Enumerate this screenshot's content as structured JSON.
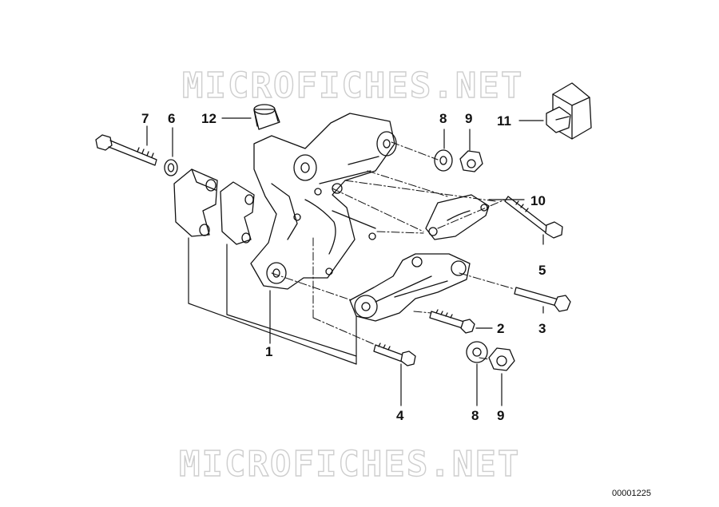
{
  "watermark_text": "MICROFICHES.NET",
  "reference_number": "00001225",
  "callouts": [
    {
      "id": "c7",
      "label": "7"
    },
    {
      "id": "c6",
      "label": "6"
    },
    {
      "id": "c12",
      "label": "12"
    },
    {
      "id": "c8a",
      "label": "8"
    },
    {
      "id": "c9a",
      "label": "9"
    },
    {
      "id": "c11",
      "label": "11"
    },
    {
      "id": "c10",
      "label": "10"
    },
    {
      "id": "c5",
      "label": "5"
    },
    {
      "id": "c3",
      "label": "3"
    },
    {
      "id": "c2",
      "label": "2"
    },
    {
      "id": "c1",
      "label": "1"
    },
    {
      "id": "c4",
      "label": "4"
    },
    {
      "id": "c8b",
      "label": "8"
    },
    {
      "id": "c9b",
      "label": "9"
    }
  ]
}
